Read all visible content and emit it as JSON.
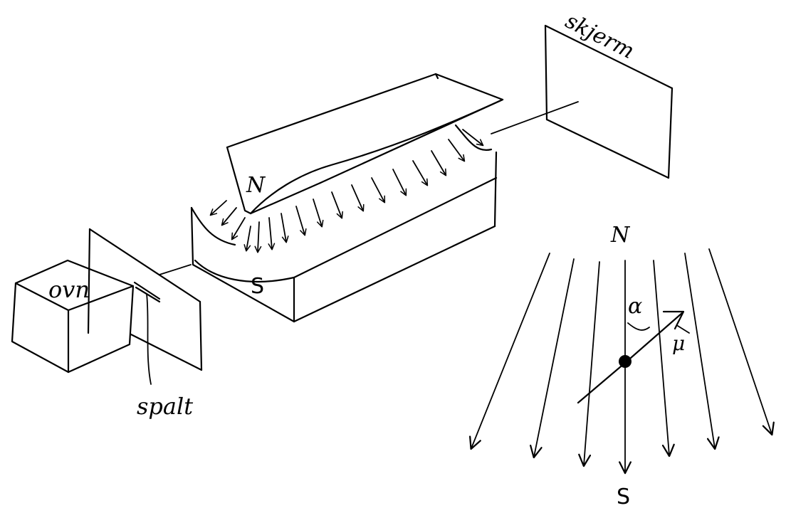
{
  "labels": {
    "oven": "ovn",
    "slit": "spalt",
    "screen": "skjerm",
    "magnet_north": "N",
    "magnet_south": "S",
    "field_north": "N",
    "field_south": "S",
    "angle": "α",
    "moment": "μ"
  },
  "colors": {
    "ink": "#000000",
    "background": "#ffffff"
  }
}
